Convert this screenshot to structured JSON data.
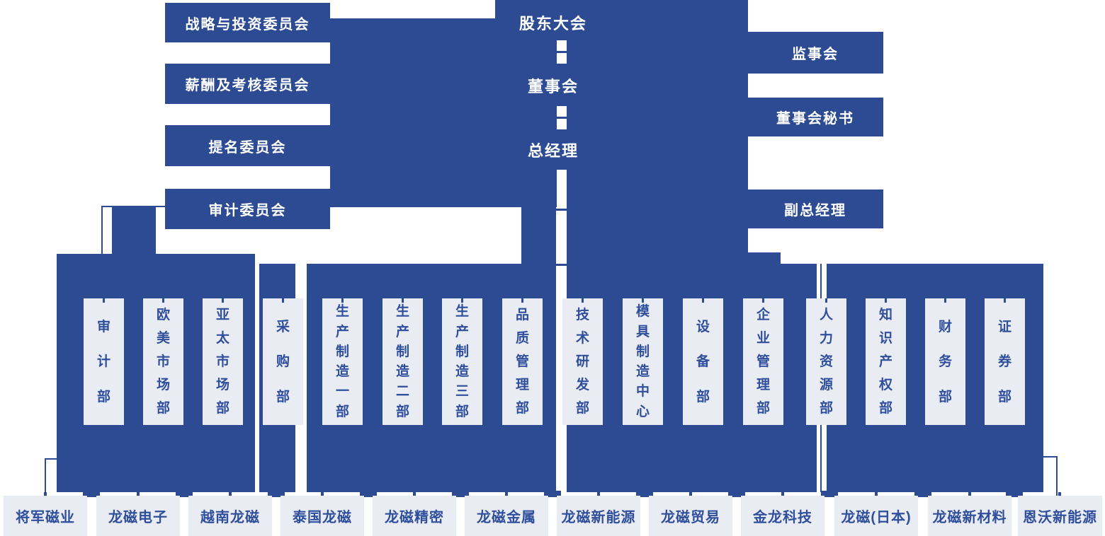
{
  "chart_data": {
    "type": "org-diagram",
    "hierarchy_note": "股东大会 > 董事会 > 总经理 > departments > subsidiaries; committees attach to 董事会 (left); 监事会/董事会秘书/副总经理 attach on right"
  },
  "colors": {
    "panel_blue": "#2c4b93",
    "node_light": "#eaecf4",
    "text_on_light": "#2f4f9c",
    "text_on_blue": "#ffffff"
  },
  "nodes": {
    "shareholders_meeting": "股东大会",
    "board_of_directors": "董事会",
    "general_manager": "总经理"
  },
  "committees": [
    "战略与投资委员会",
    "薪酬及考核委员会",
    "提名委员会",
    "审计委员会"
  ],
  "officers": [
    "监事会",
    "董事会秘书",
    "副总经理"
  ],
  "departments": [
    "审计部",
    "欧美市场部",
    "亚太市场部",
    "采购部",
    "生产制造一部",
    "生产制造二部",
    "生产制造三部",
    "品质管理部",
    "技术研发部",
    "模具制造中心",
    "设备部",
    "企业管理部",
    "人力资源部",
    "知识产权部",
    "财务部",
    "证券部"
  ],
  "subsidiaries": [
    "将军磁业",
    "龙磁电子",
    "越南龙磁",
    "泰国龙磁",
    "龙磁精密",
    "龙磁金属",
    "龙磁新能源",
    "龙磁贸易",
    "金龙科技",
    "龙磁(日本)",
    "龙磁新材料",
    "恩沃新能源"
  ]
}
